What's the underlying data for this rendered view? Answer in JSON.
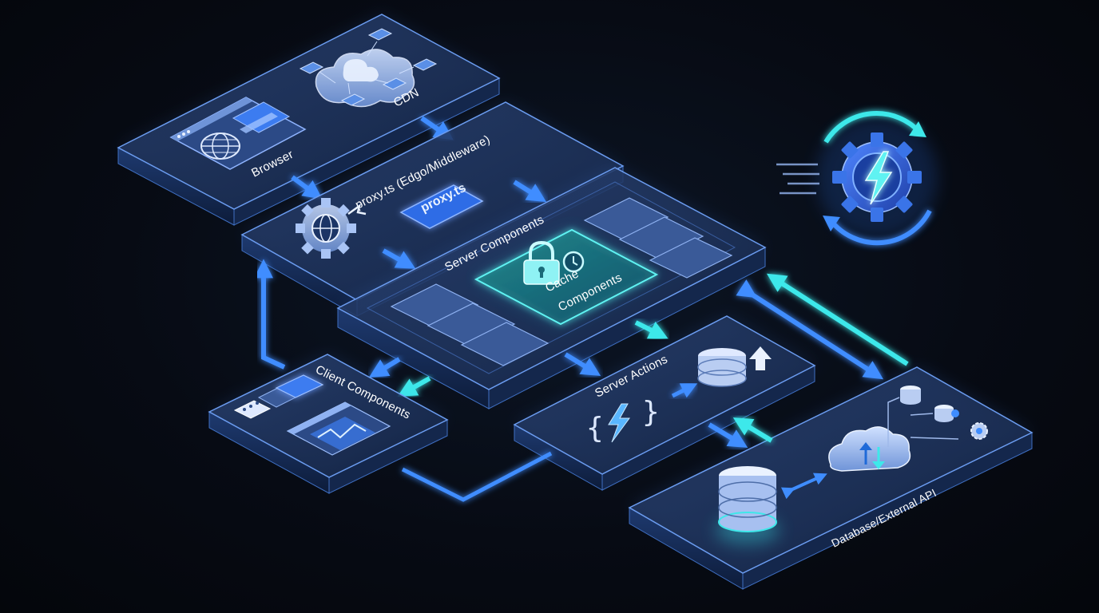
{
  "diagram": {
    "labels": {
      "browser": "Browser",
      "cdn": "CDN",
      "proxy": "proxy.ts (Edgo/Middleware)",
      "proxy_badge": "proxy.ts",
      "server_components": "Server Components",
      "cache_components_line1": "Cache",
      "cache_components_line2": "Components",
      "client_components": "Client Components",
      "server_actions": "Server Actions",
      "database": "Database/External API"
    },
    "icons": [
      "web-browser-icon",
      "cloud-network-icon",
      "gear-globe-icon",
      "padlock-clock-icon",
      "code-bolt-icon",
      "database-upload-icon",
      "database-cylinder-icon",
      "cloud-sync-icon",
      "gear-bolt-refresh-icon"
    ],
    "colors": {
      "panel_fill": "#1a2c4e",
      "panel_edge": "#4b7fd6",
      "glow_blue": "#2f7bff",
      "glow_cyan": "#34e6e6",
      "background": "#05080f"
    }
  }
}
